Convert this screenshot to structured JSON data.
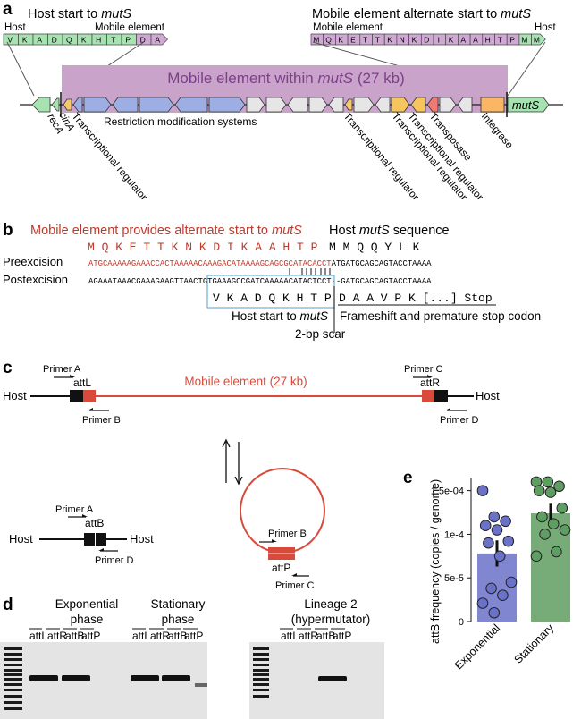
{
  "panels": {
    "a": {
      "letter": "a",
      "host_start_prefix": "Host start to ",
      "host_start_gene": "mutS",
      "alt_start_prefix": "Mobile element alternate start to ",
      "alt_start_gene": "mutS",
      "left_tag_host": "Host",
      "left_tag_mobile": "Mobile element",
      "right_tag_mobile": "Mobile element",
      "right_tag_host": "Host",
      "left_residues": [
        "V",
        "K",
        "A",
        "D",
        "Q",
        "K",
        "H",
        "T",
        "P",
        "D",
        "A"
      ],
      "right_residues": [
        "M",
        "Q",
        "K",
        "E",
        "T",
        "T",
        "K",
        "N",
        "K",
        "D",
        "I",
        "K",
        "A",
        "A",
        "H",
        "T",
        "P",
        "M",
        "M"
      ],
      "main_title_prefix": "Mobile element within ",
      "main_title_gene": "mutS",
      "main_title_suffix": " (27 kb)",
      "gene_labels": {
        "recA": "recA",
        "cinA": "cinA",
        "mutS": "mutS",
        "restriction": "Restriction modification systems",
        "tr1": "Transcriptional regulator",
        "tr2": "Transcriptional regulator",
        "tr3": "Transcriptional regulator",
        "tr4": "Transcriptional regulator",
        "transposase": "Transposase",
        "integrase": "Integrase"
      }
    },
    "b": {
      "letter": "b",
      "alt_heading_prefix": "Mobile element provides alternate start to ",
      "alt_heading_gene": "mutS",
      "host_heading_prefix": "Host ",
      "host_heading_gene": "mutS",
      "host_heading_suffix": " sequence",
      "mobile_protein": "M Q K E T T K N K D I K A A H T P",
      "host_protein": "M M Q Q Y L K",
      "pre_label": "Preexcision",
      "post_label": "Postexcision",
      "pre_seq_red": "ATGCAAAAAGAAACCACTAAAAACAAAGACATAAAAGCAGCGCATACACCT",
      "pre_seq_black": "ATGATGCAGCAGTACCTAAAA",
      "post_seq_a": "AGAAATAAACGAAAGAAGTTAACT",
      "post_seq_b": "GTGAAAGCCGATCAAAAACATACTCCT",
      "post_seq_c": "--GATGCAGCAGTACCTAAAA",
      "host_protein2": "V K A D Q K H T P",
      "frameshift_protein": "D A A V P K [...] Stop",
      "host_start_prefix": "Host start to ",
      "host_start_gene": "mutS",
      "frameshift_note": "Frameshift and premature stop codon",
      "scar_note": "2-bp scar"
    },
    "c": {
      "letter": "c",
      "host_left": "Host",
      "host_right": "Host",
      "mobile_label": "Mobile element (27 kb)",
      "primer_a": "Primer A",
      "primer_b": "Primer B",
      "primer_c": "Primer C",
      "primer_d": "Primer D",
      "attL": "attL",
      "attR": "attR",
      "attB": "attB",
      "attP": "attP",
      "host_left2": "Host",
      "host_right2": "Host",
      "primer_a2": "Primer A",
      "primer_d2": "Primer D",
      "primer_b2": "Primer B",
      "primer_c2": "Primer C"
    },
    "d": {
      "letter": "d",
      "group1": [
        "Exponential",
        "phase"
      ],
      "group2": [
        "Stationary",
        "phase"
      ],
      "group3": [
        "Lineage 2",
        "(hypermutator)"
      ],
      "lanes": [
        "attL",
        "attR",
        "attB",
        "attP"
      ]
    },
    "e": {
      "letter": "e",
      "ylabel": "attB frequency (copies / genome)",
      "yticks": [
        "0",
        "5e-5",
        "1e-4",
        "1.5e-04"
      ]
    }
  },
  "chart_data": {
    "type": "bar",
    "categories": [
      "Exponential",
      "Stationary"
    ],
    "values": [
      7.8e-05,
      0.000124
    ],
    "errors": [
      1.5e-05,
      1.1e-05
    ],
    "points": {
      "Exponential": [
        0.00015,
        0.00012,
        0.000115,
        0.00011,
        0.000105,
        9.2e-05,
        9e-05,
        7.5e-05,
        4.5e-05,
        3.8e-05,
        3e-05,
        2.1e-05,
        1e-05
      ],
      "Stationary": [
        0.00016,
        0.00016,
        0.000155,
        0.00015,
        0.000148,
        0.00013,
        0.00012,
        0.000112,
        0.000105,
        0.0001,
        8e-05,
        7.5e-05
      ]
    },
    "colors": {
      "Exponential": "#6a71c8",
      "Stationary": "#5f9e62"
    },
    "ylabel": "attB frequency (copies / genome)",
    "ylim": [
      0,
      0.000165
    ],
    "ytick_values": [
      0,
      5e-05,
      0.0001,
      0.00015
    ],
    "ytick_labels": [
      "0",
      "5e-5",
      "1e-4",
      "1.5e-04"
    ]
  }
}
